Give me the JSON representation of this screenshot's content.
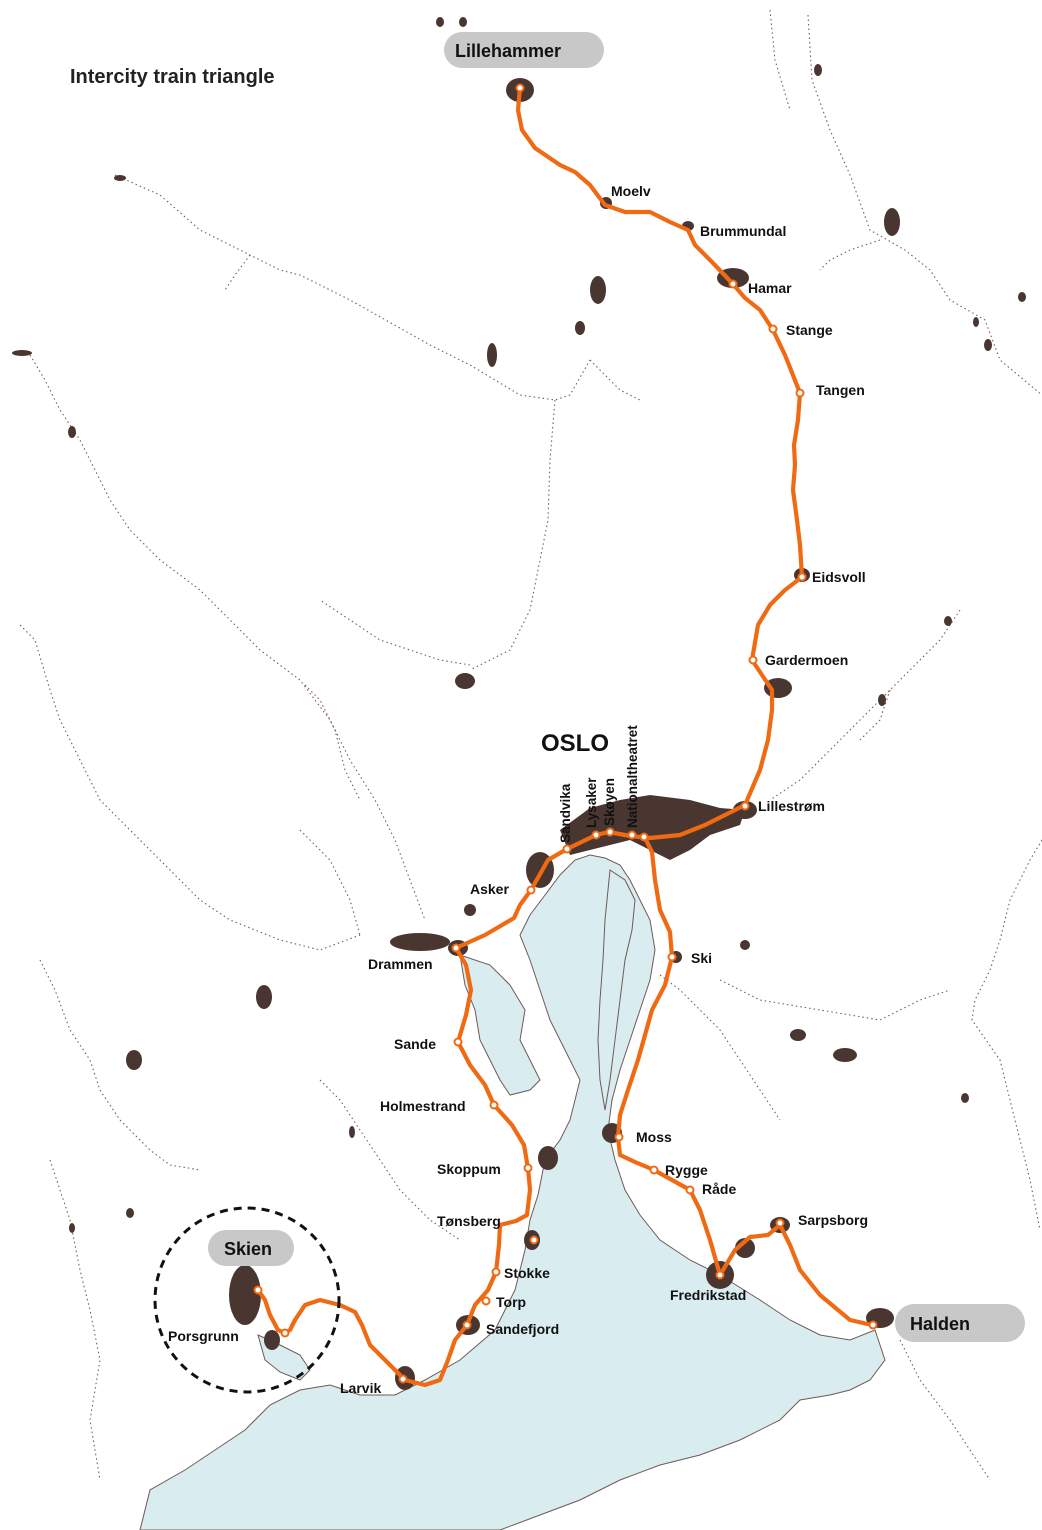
{
  "map": {
    "title": "Intercity train triangle",
    "city_label": "OSLO",
    "terminals": [
      "Lillehammer",
      "Skien",
      "Halden"
    ],
    "stations": [
      "Moelv",
      "Brummundal",
      "Hamar",
      "Stange",
      "Tangen",
      "Eidsvoll",
      "Gardermoen",
      "Lillestrøm",
      "Nationaltheatret",
      "Skøyen",
      "Lysaker",
      "Sandvika",
      "Asker",
      "Drammen",
      "Sande",
      "Holmestrand",
      "Skoppum",
      "Tønsberg",
      "Stokke",
      "Torp",
      "Sandefjord",
      "Larvik",
      "Porsgrunn",
      "Ski",
      "Moss",
      "Rygge",
      "Råde",
      "Fredrikstad",
      "Sarpsborg"
    ],
    "colors": {
      "rail_line": "#f06a14",
      "urban_area": "#4a3631",
      "water": "#d9ecef",
      "terminal_badge": "#c8c8c8",
      "border": "#7a5c55"
    },
    "highlight": "dashed-circle-around-skien"
  }
}
